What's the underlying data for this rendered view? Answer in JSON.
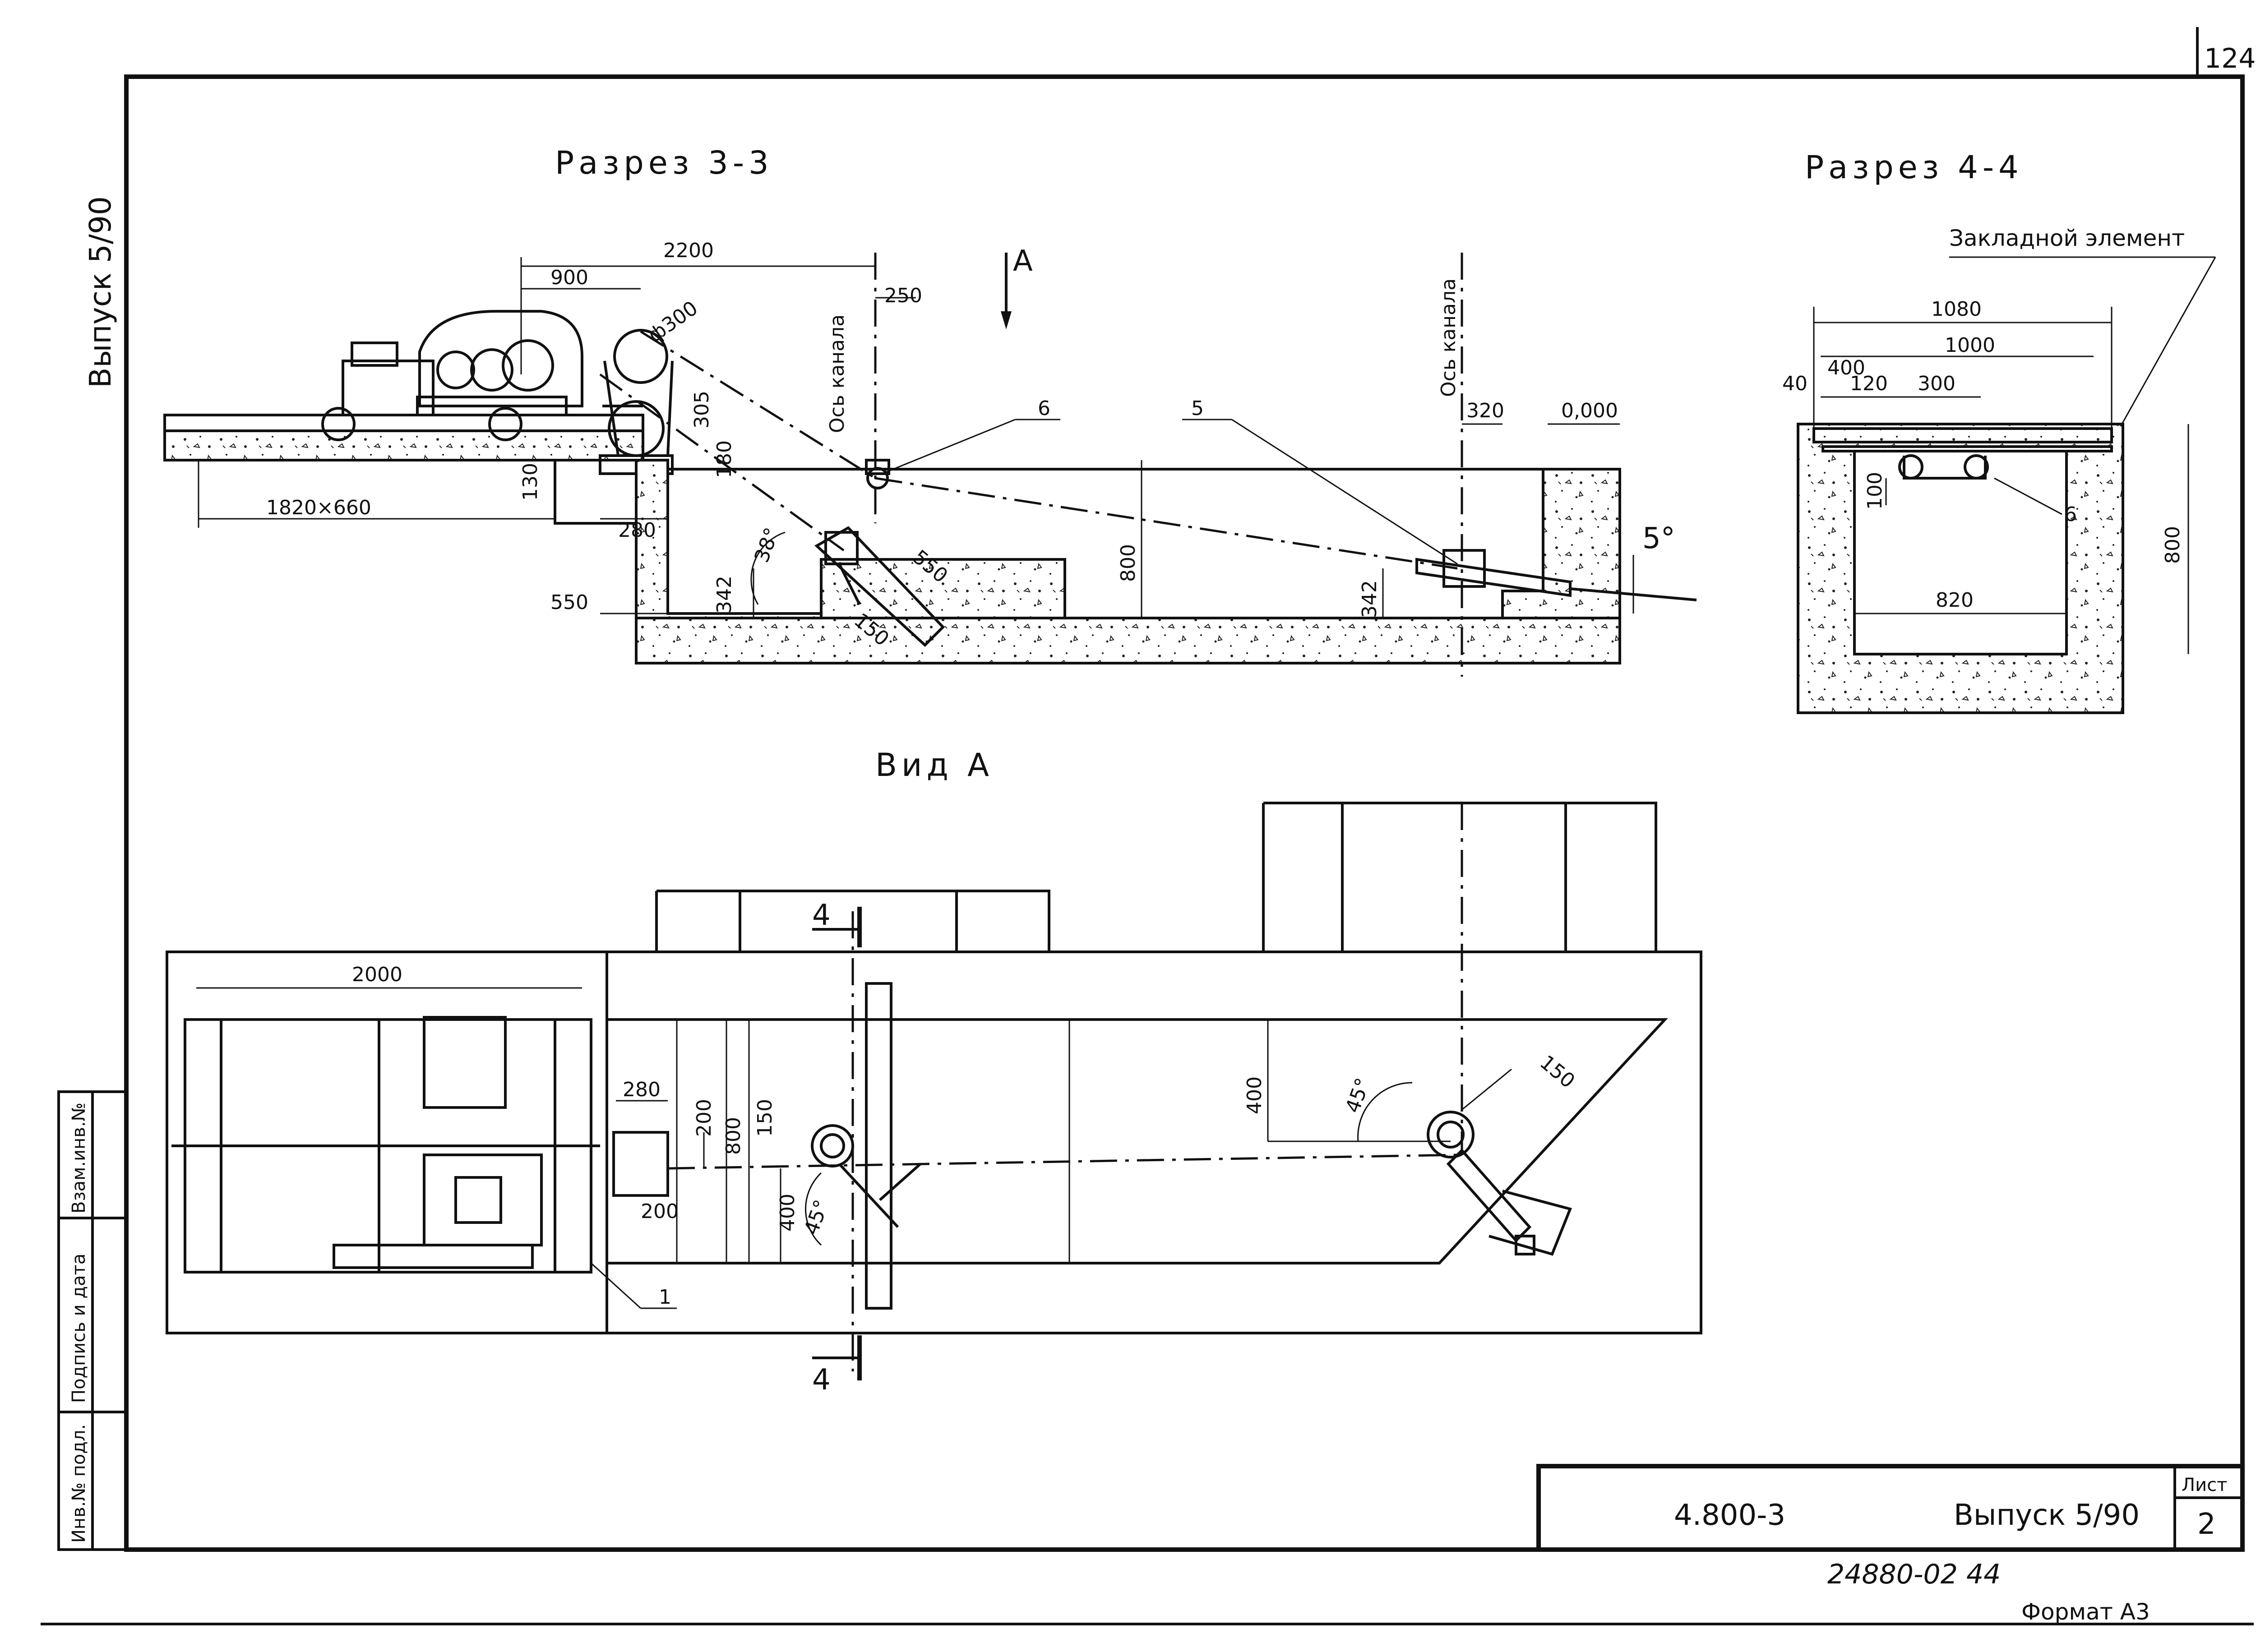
{
  "sheet": {
    "page_number": "124",
    "side_issue": "Выпуск 5/90",
    "format": "Формат А3",
    "archive_number": "24880-02 44"
  },
  "title_block": {
    "designation": "4.800-3",
    "issue": "Выпуск 5/90",
    "sheet_label": "Лист",
    "sheet_number": "2"
  },
  "stamp_columns": [
    "Инв.№ подл.",
    "Подпись и дата",
    "Взам.инв.№"
  ],
  "section_3_3": {
    "title": "Разрез 3-3",
    "view_arrow": "А",
    "axis_label_1": "Ось канала",
    "axis_label_2": "Ось канала",
    "level": "0,000",
    "callouts": [
      "6",
      "5"
    ],
    "dimensions": {
      "d2200": "2200",
      "d900": "900",
      "d250": "250",
      "phi300": "ф300",
      "d305": "305",
      "d180": "180",
      "d130": "130",
      "d280": "280",
      "d550a": "550",
      "d1820": "1820×660",
      "d342a": "342",
      "d38": "38°",
      "d550b": "550",
      "d150": "150",
      "d800": "800",
      "d342b": "342",
      "d320": "320",
      "d5": "5°"
    }
  },
  "section_4_4": {
    "title": "Разрез 4-4",
    "embedded_label": "Закладной элемент",
    "callout": "6",
    "dimensions": {
      "d1080": "1080",
      "d1000": "1000",
      "d400": "400",
      "d40": "40",
      "d120": "120",
      "d300": "300",
      "d100": "100",
      "d820": "820",
      "d800": "800"
    }
  },
  "view_a": {
    "title": "Вид А",
    "section_mark": "4",
    "callout": "1",
    "dimensions": {
      "d2000": "2000",
      "d280": "280",
      "d200a": "200",
      "d800": "800",
      "d150a": "150",
      "d400a": "400",
      "d45a": "45°",
      "d200b": "200",
      "d400b": "400",
      "d45b": "45°",
      "d150b": "150"
    }
  }
}
